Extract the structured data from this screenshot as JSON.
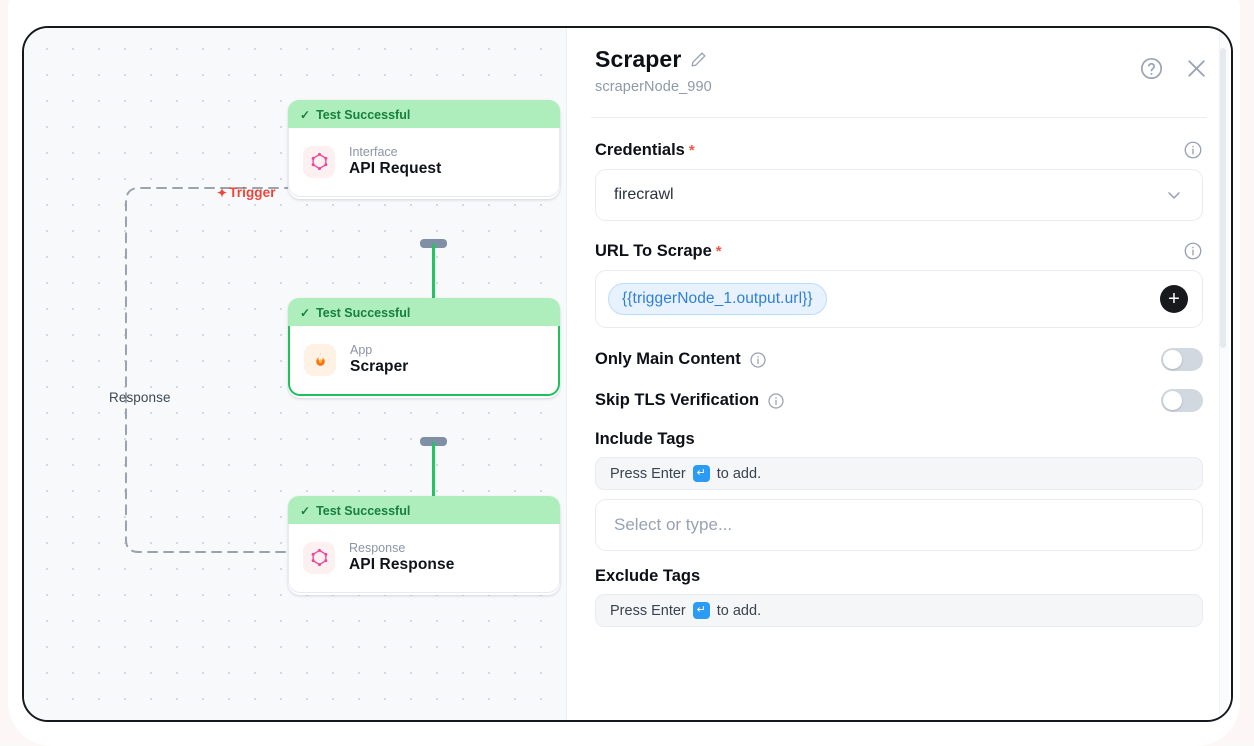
{
  "canvas": {
    "trigger_label": "Trigger",
    "response_label": "Response",
    "bolt_icon": "lightning-bolt-icon",
    "nodes": [
      {
        "status": "Test Successful",
        "kind": "Interface",
        "title": "API Request",
        "icon": "graphql-icon",
        "selected": false
      },
      {
        "status": "Test Successful",
        "kind": "App",
        "title": "Scraper",
        "icon": "flame-icon",
        "selected": true
      },
      {
        "status": "Test Successful",
        "kind": "Response",
        "title": "API Response",
        "icon": "graphql-icon",
        "selected": false
      }
    ],
    "status_check_glyph": "✓",
    "colors": {
      "status_bg": "#aeeebd",
      "status_text": "#17803d",
      "wire": "#22c55e",
      "selected_border": "#20c05a",
      "trigger": "#f04438"
    }
  },
  "panel": {
    "title": "Scraper",
    "node_id": "scraperNode_990",
    "edit_icon": "pencil-icon",
    "help_icon": "question-circle-icon",
    "close_icon": "close-icon",
    "credentials": {
      "label": "Credentials",
      "required": "*",
      "value": "firecrawl",
      "info_icon": "info-icon",
      "chevron_icon": "chevron-down-icon"
    },
    "url_to_scrape": {
      "label": "URL To Scrape",
      "required": "*",
      "token": "{{triggerNode_1.output.url}}",
      "info_icon": "info-icon",
      "add_icon": "plus-icon"
    },
    "only_main_content": {
      "label": "Only Main Content",
      "info_icon": "info-icon",
      "enabled": false
    },
    "skip_tls_verification": {
      "label": "Skip TLS Verification",
      "info_icon": "info-icon",
      "enabled": false
    },
    "include_tags": {
      "label": "Include Tags",
      "hint_prefix": "Press Enter",
      "hint_suffix": "to add.",
      "enter_glyph": "↵",
      "placeholder": "Select or type..."
    },
    "exclude_tags": {
      "label": "Exclude Tags",
      "hint_prefix": "Press Enter",
      "hint_suffix": "to add.",
      "enter_glyph": "↵"
    }
  }
}
